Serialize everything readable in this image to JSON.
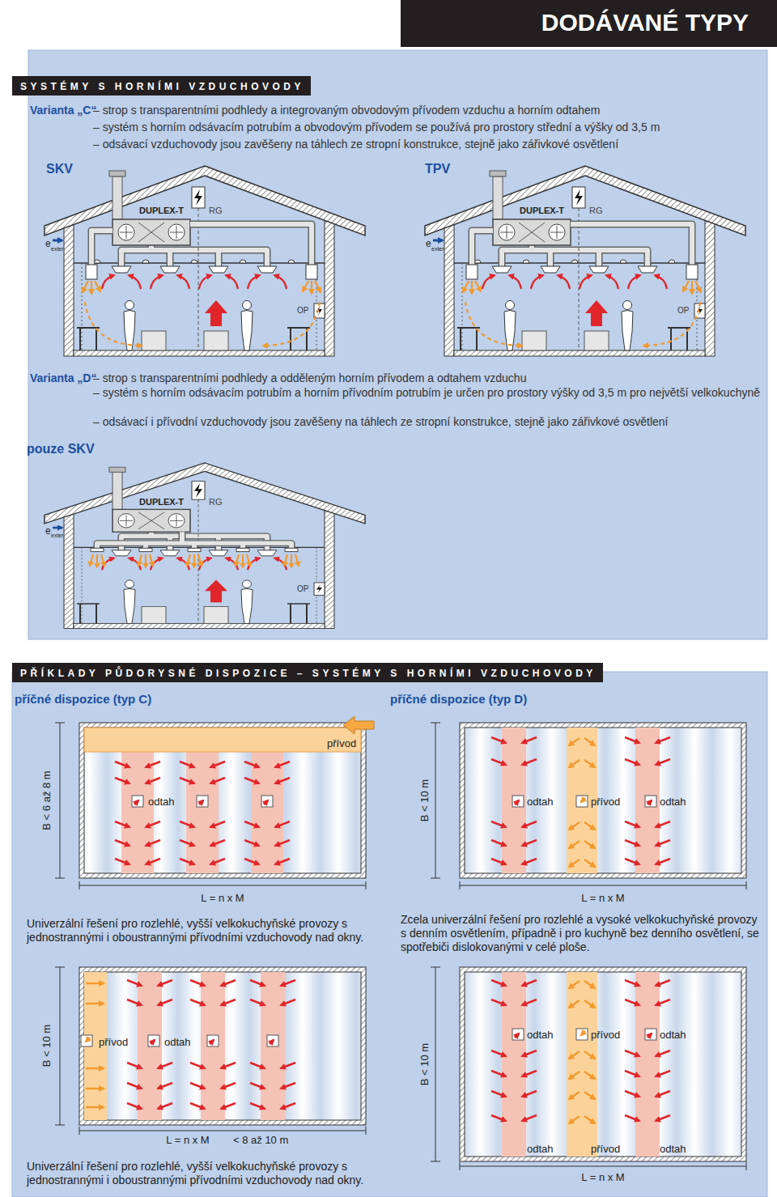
{
  "diagram": {
    "title": "DODÁVANÉ TYPY",
    "nodes": [
      {
        "text": [
          "SYSTÉMY S HORNÍMI VZDUCHOVODY"
        ]
      },
      {
        "text": [
          "PŘÍKLADY PŮDORYSNÉ DISPOZICE – SYSTÉMY S HORNÍMI VZDUCHOVODY"
        ]
      }
    ],
    "labels": [
      "Varianta „C“",
      "– strop s transparentními podhledy a integrovaným obvodovým přívodem vzduchu a horním odtahem",
      "– systém s horním odsávacím potrubím a obvodovým přívodem se používá pro prostory střední a výšky od 3,5 m",
      "– odsávací vzduchovody jsou zavěšeny na táhlech ze stropní konstrukce, stejně jako zářivkové osvětlení",
      "SKV",
      "TPV",
      "DUPLEX-T",
      "RG",
      "e",
      "exter",
      "OP",
      "DUPLEX-T",
      "RG",
      "e",
      "exter",
      "OP",
      "Varianta „D“",
      "– strop s transparentními podhledy a odděleným horním přívodem a odtahem vzduchu",
      "– systém s horním odsávacím potrubím a horním přívodním potrubím je určen pro prostory výšky od 3,5 m pro největší velkokuchyně",
      "– odsávací i přívodní vzduchovody jsou zavěšeny na táhlech ze stropní konstrukce, stejně jako zářivkové osvětlení",
      "pouze SKV",
      "DUPLEX-T",
      "RG",
      "e",
      "exter",
      "OP",
      "příčné dispozice (typ C)",
      "příčné dispozice (typ D)",
      "přívod",
      "odtah",
      "B < 6 až 8 m",
      "L = n x M",
      "Univerzální řešení pro rozlehlé, vyšší velkokuchyňské provozy s jednostrannými i oboustrannými přívodními vzduchovody nad okny.",
      "odtah",
      "přívod",
      "odtah",
      "B < 10 m",
      "L = n x M",
      "Zcela univerzální řešení pro rozlehlé a vysoké velkokuchyňské provozy s denním osvětlením, případně i pro kuchyně bez denního osvětlení, se spotřebiči dislokovanými v celé ploše.",
      "přívod",
      "odtah",
      "B < 10 m",
      "L = n x M",
      "< 8 až 10 m",
      "Univerzální řešení pro rozlehlé, vyšší velkokuchyňské provozy s jednostrannými i oboustrannými přívodními vzduchovody nad okny.",
      "odtah",
      "přívod",
      "odtah",
      "B < 10 m",
      "odtah",
      "přívod",
      "odtah",
      "L = n x M"
    ]
  }
}
